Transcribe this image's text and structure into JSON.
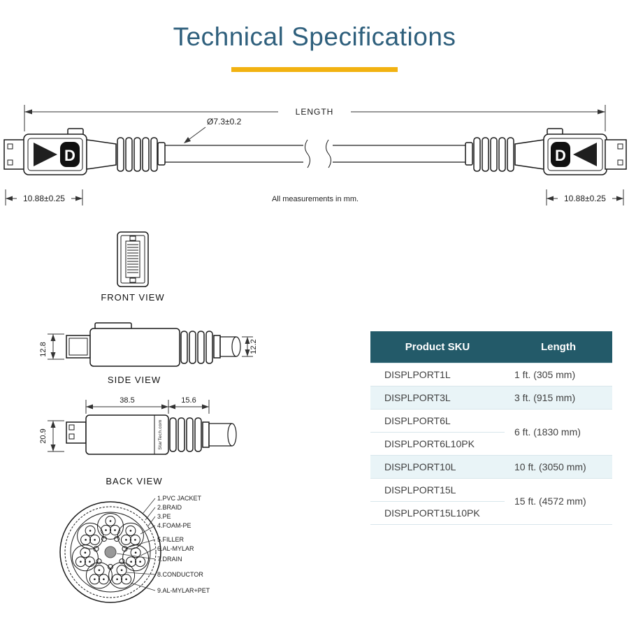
{
  "page": {
    "title": "Technical Specifications",
    "accent_color": "#f2b211",
    "title_color": "#2e5f7c"
  },
  "main_diagram": {
    "length_label": "LENGTH",
    "diameter_label": "Ø7.3±0.2",
    "left_dim": "10.88±0.25",
    "right_dim": "10.88±0.25",
    "note": "All measurements in mm.",
    "connector_logo": "D"
  },
  "views": {
    "front": {
      "label": "FRONT VIEW"
    },
    "side": {
      "label": "SIDE VIEW",
      "dim_left": "12.8",
      "dim_right": "12.2"
    },
    "back": {
      "label": "BACK VIEW",
      "dim_body": "38.5",
      "dim_ridges": "15.6",
      "dim_height": "20.9",
      "brand": "StarTech.com"
    }
  },
  "cross_section": {
    "labels": [
      "1.PVC JACKET",
      "2.BRAID",
      "3.PE",
      "4.FOAM-PE",
      "5.FILLER",
      "6.AL-MYLAR",
      "7.DRAIN",
      "8.CONDUCTOR",
      "9.AL-MYLAR+PET"
    ]
  },
  "table": {
    "header_sku": "Product SKU",
    "header_length": "Length",
    "header_bg": "#235a69",
    "alt_row_bg": "#e9f4f7",
    "rows": [
      {
        "sku": "DISPLPORT1L",
        "length": "1 ft. (305 mm)"
      },
      {
        "sku": "DISPLPORT3L",
        "length": "3 ft. (915 mm)"
      },
      {
        "sku": "DISPLPORT6L",
        "length": "6 ft. (1830 mm)"
      },
      {
        "sku": "DISPLPORT6L10PK"
      },
      {
        "sku": "DISPLPORT10L",
        "length": "10 ft. (3050 mm)"
      },
      {
        "sku": "DISPLPORT15L",
        "length": "15 ft. (4572 mm)"
      },
      {
        "sku": "DISPLPORT15L10PK"
      }
    ]
  }
}
